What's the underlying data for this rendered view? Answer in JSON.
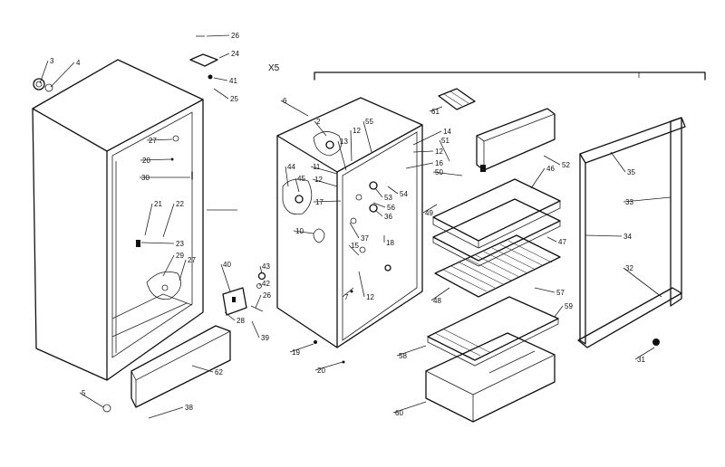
{
  "header": {
    "model_ref": "X5"
  },
  "callouts": [
    {
      "id": "c-3",
      "text": "3"
    },
    {
      "id": "c-4",
      "text": "4"
    },
    {
      "id": "c-26a",
      "text": "26"
    },
    {
      "id": "c-24",
      "text": "24"
    },
    {
      "id": "c-41",
      "text": "41"
    },
    {
      "id": "c-25",
      "text": "25"
    },
    {
      "id": "c-27a",
      "text": "27"
    },
    {
      "id": "c-20a",
      "text": "20"
    },
    {
      "id": "c-30",
      "text": "30"
    },
    {
      "id": "c-21",
      "text": "21"
    },
    {
      "id": "c-22",
      "text": "22"
    },
    {
      "id": "c-23",
      "text": "23"
    },
    {
      "id": "c-29",
      "text": "29"
    },
    {
      "id": "c-27b",
      "text": "27"
    },
    {
      "id": "c-40",
      "text": "40"
    },
    {
      "id": "c-43",
      "text": "43"
    },
    {
      "id": "c-42",
      "text": "42"
    },
    {
      "id": "c-26b",
      "text": "26"
    },
    {
      "id": "c-28",
      "text": "28"
    },
    {
      "id": "c-39",
      "text": "39"
    },
    {
      "id": "c-62",
      "text": "62"
    },
    {
      "id": "c-5",
      "text": "5"
    },
    {
      "id": "c-38",
      "text": "38"
    },
    {
      "id": "c-6",
      "text": "6"
    },
    {
      "id": "c-2",
      "text": "2"
    },
    {
      "id": "c-55",
      "text": "55"
    },
    {
      "id": "c-12a",
      "text": "12"
    },
    {
      "id": "c-13",
      "text": "13"
    },
    {
      "id": "c-11",
      "text": "11"
    },
    {
      "id": "c-44",
      "text": "44"
    },
    {
      "id": "c-45",
      "text": "45"
    },
    {
      "id": "c-12b",
      "text": "12"
    },
    {
      "id": "c-17",
      "text": "17"
    },
    {
      "id": "c-10",
      "text": "10"
    },
    {
      "id": "c-15",
      "text": "15"
    },
    {
      "id": "c-37",
      "text": "37"
    },
    {
      "id": "c-7",
      "text": "7"
    },
    {
      "id": "c-12c",
      "text": "12"
    },
    {
      "id": "c-19",
      "text": "19"
    },
    {
      "id": "c-20b",
      "text": "20"
    },
    {
      "id": "c-14",
      "text": "14"
    },
    {
      "id": "c-12d",
      "text": "12"
    },
    {
      "id": "c-51",
      "text": "51"
    },
    {
      "id": "c-16",
      "text": "16"
    },
    {
      "id": "c-50",
      "text": "50"
    },
    {
      "id": "c-53",
      "text": "53"
    },
    {
      "id": "c-54",
      "text": "54"
    },
    {
      "id": "c-36",
      "text": "36"
    },
    {
      "id": "c-56",
      "text": "56"
    },
    {
      "id": "c-18",
      "text": "18"
    },
    {
      "id": "c-49",
      "text": "49"
    },
    {
      "id": "c-61",
      "text": "61"
    },
    {
      "id": "c-52",
      "text": "52"
    },
    {
      "id": "c-46",
      "text": "46"
    },
    {
      "id": "c-47",
      "text": "47"
    },
    {
      "id": "c-48",
      "text": "48"
    },
    {
      "id": "c-57",
      "text": "57"
    },
    {
      "id": "c-59",
      "text": "59"
    },
    {
      "id": "c-58",
      "text": "58"
    },
    {
      "id": "c-60",
      "text": "60"
    },
    {
      "id": "c-35",
      "text": "35"
    },
    {
      "id": "c-33",
      "text": "33"
    },
    {
      "id": "c-34",
      "text": "34"
    },
    {
      "id": "c-32",
      "text": "32"
    },
    {
      "id": "c-31",
      "text": "31"
    }
  ]
}
